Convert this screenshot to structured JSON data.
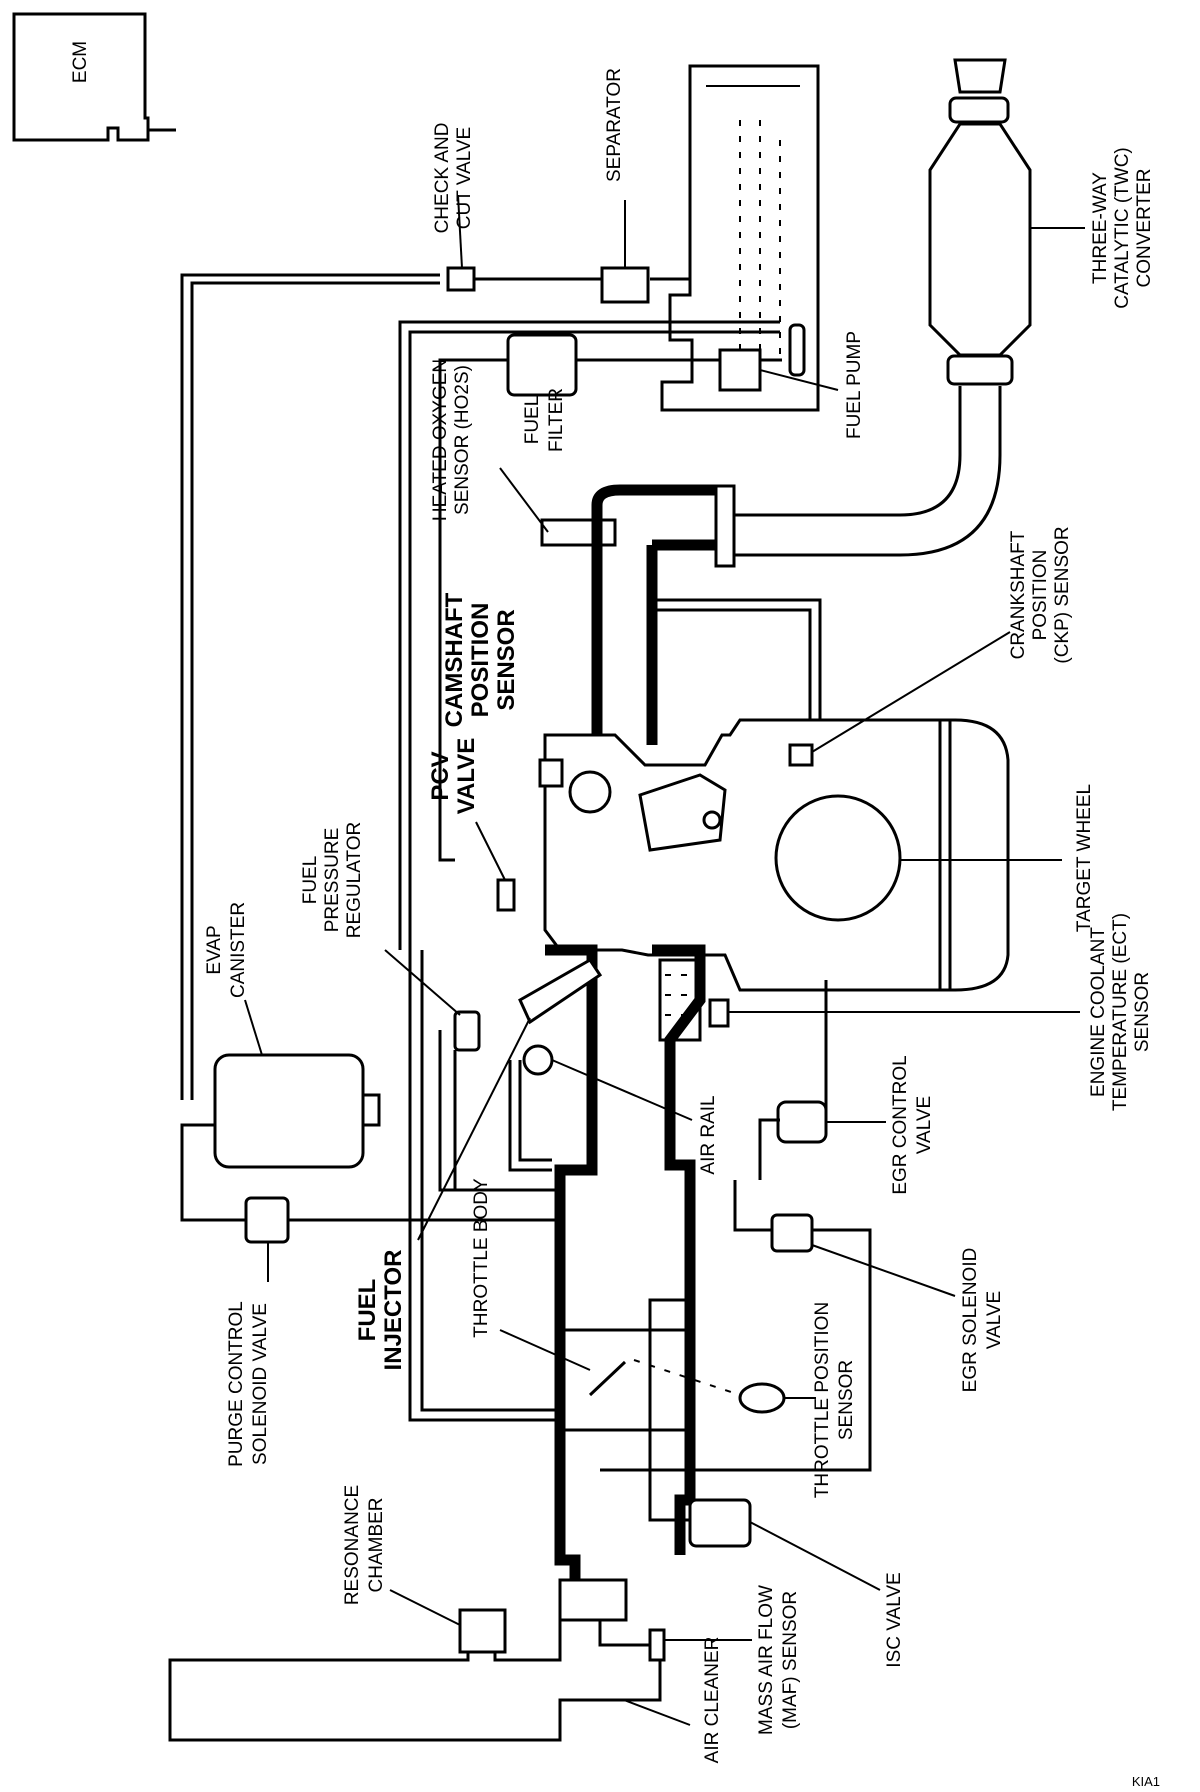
{
  "diagram": {
    "labels": {
      "ecm": "ECM",
      "check_cut_valve": [
        "CHECK AND",
        "CUT VALVE"
      ],
      "separator": "SEPARATOR",
      "twc": [
        "THREE-WAY",
        "CATALYTIC (TWC)",
        "CONVERTER"
      ],
      "fuel_pump": "FUEL PUMP",
      "fuel_filter": [
        "FUEL",
        "FILTER"
      ],
      "ho2s": [
        "HEATED OXYGEN",
        "SENSOR (HO2S)"
      ],
      "camshaft": [
        "CAMSHAFT",
        "POSITION",
        "SENSOR"
      ],
      "ckp": [
        "CRANKSHAFT",
        "POSITION",
        "(CKP) SENSOR"
      ],
      "pcv": [
        "PCV",
        "VALVE"
      ],
      "target_wheel": "TARGET WHEEL",
      "evap": [
        "EVAP",
        "CANISTER"
      ],
      "fuel_pressure_regulator": [
        "FUEL",
        "PRESSURE",
        "REGULATOR"
      ],
      "ect": [
        "ENGINE COOLANT",
        "TEMPERATURE (ECT)",
        "SENSOR"
      ],
      "air_rail": "AIR RAIL",
      "egr_control": [
        "EGR CONTROL",
        "VALVE"
      ],
      "fuel_injector": [
        "FUEL",
        "INJECTOR"
      ],
      "throttle_body": "THROTTLE BODY",
      "egr_solenoid": [
        "EGR SOLENOID",
        "VALVE"
      ],
      "purge_control": [
        "PURGE CONTROL",
        "SOLENOID VALVE"
      ],
      "throttle_position": [
        "THROTTLE POSITION",
        "SENSOR"
      ],
      "resonance": [
        "RESONANCE",
        "CHAMBER"
      ],
      "isc": "ISC VALVE",
      "maf": [
        "MASS AIR FLOW",
        "(MAF) SENSOR"
      ],
      "air_cleaner": "AIR CLEANER",
      "figure_code": "KIA1"
    }
  }
}
